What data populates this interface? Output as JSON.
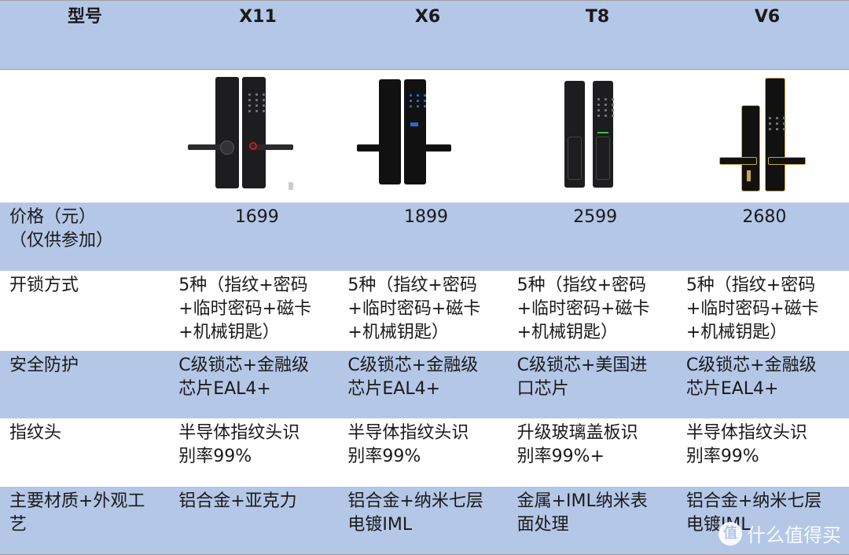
{
  "header": {
    "label": "型号",
    "models": [
      "X11",
      "X6",
      "T8",
      "V6"
    ]
  },
  "images": {
    "alt": [
      "X11 smart door lock",
      "X6 smart door lock",
      "T8 smart door lock",
      "V6 smart door lock"
    ]
  },
  "rows": [
    {
      "label_lines": [
        "价格（元）",
        "（仅供参加）"
      ],
      "values": [
        [
          "1699"
        ],
        [
          "1899"
        ],
        [
          "2599"
        ],
        [
          "2680"
        ]
      ]
    },
    {
      "label_lines": [
        "开锁方式"
      ],
      "values": [
        [
          "5种（指纹+密码",
          "+临时密码+磁卡",
          "+机械钥匙）"
        ],
        [
          "5种（指纹+密码",
          "+临时密码+磁卡",
          "+机械钥匙）"
        ],
        [
          "5种（指纹+密码",
          "+临时密码+磁卡",
          "+机械钥匙）"
        ],
        [
          "5种（指纹+密码",
          "+临时密码+磁卡",
          "+机械钥匙）"
        ]
      ]
    },
    {
      "label_lines": [
        "安全防护"
      ],
      "values": [
        [
          "C级锁芯+金融级",
          "芯片EAL4+"
        ],
        [
          "C级锁芯+金融级",
          "芯片EAL4+"
        ],
        [
          "C级锁芯+美国进",
          "口芯片"
        ],
        [
          "C级锁芯+金融级",
          "芯片EAL4+"
        ]
      ]
    },
    {
      "label_lines": [
        "指纹头"
      ],
      "values": [
        [
          "半导体指纹头识",
          "别率99%"
        ],
        [
          "半导体指纹头识",
          "别率99%"
        ],
        [
          "升级玻璃盖板识",
          "别率99%+"
        ],
        [
          "半导体指纹头识",
          "别率99%"
        ]
      ]
    },
    {
      "label_lines": [
        "主要材质+外观工",
        "艺"
      ],
      "values": [
        [
          "铝合金+亚克力"
        ],
        [
          "铝合金+纳米七层",
          "电镀IML"
        ],
        [
          "金属+IML纳米表",
          "面处理"
        ],
        [
          "铝合金+纳米七层",
          "电镀IML"
        ]
      ]
    }
  ],
  "watermark": {
    "badge": "值",
    "text": "什么值得买"
  },
  "colors": {
    "row_blue": "#b4c7e7",
    "row_white": "#ffffff",
    "text": "#1a1a1a",
    "lock_black": "#1d1d1f",
    "lock_gold": "#c9a646"
  }
}
